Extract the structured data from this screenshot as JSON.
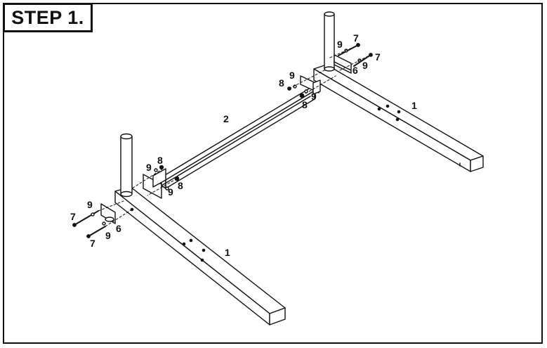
{
  "heading": {
    "title": "STEP 1."
  },
  "parts": {
    "leg": "1",
    "crossbar": "2",
    "bracket": "6",
    "bolt": "7",
    "nut": "8",
    "washer": "9"
  },
  "colors": {
    "line": "#111111",
    "background": "#ffffff"
  }
}
